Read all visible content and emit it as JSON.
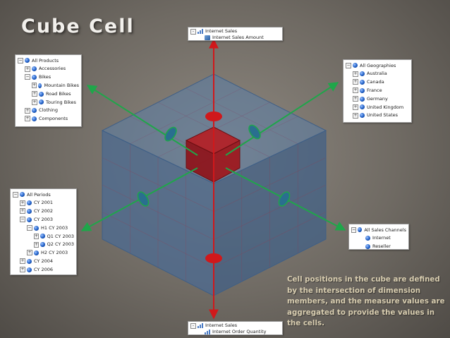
{
  "title": "Cube Cell",
  "measure_top": {
    "group": "Internet Sales",
    "measure": "Internet Sales Amount"
  },
  "measure_bottom": {
    "group": "Internet Sales",
    "measure": "Internet Order Quantity"
  },
  "products": {
    "root": "All Products",
    "items": [
      {
        "label": "Accessories",
        "toggle": "+"
      },
      {
        "label": "Bikes",
        "toggle": "-"
      },
      {
        "label": "Mountain Bikes",
        "toggle": "+"
      },
      {
        "label": "Road Bikes",
        "toggle": "+"
      },
      {
        "label": "Touring Bikes",
        "toggle": "+"
      },
      {
        "label": "Clothing",
        "toggle": "+"
      },
      {
        "label": "Components",
        "toggle": "+"
      }
    ]
  },
  "geographies": {
    "root": "All Geographies",
    "items": [
      {
        "label": "Australia",
        "toggle": "+"
      },
      {
        "label": "Canada",
        "toggle": "+"
      },
      {
        "label": "France",
        "toggle": "+"
      },
      {
        "label": "Germany",
        "toggle": "+"
      },
      {
        "label": "United Kingdom",
        "toggle": "+"
      },
      {
        "label": "United States",
        "toggle": "+"
      }
    ]
  },
  "periods": {
    "root": "All Periods",
    "items": [
      {
        "label": "CY 2001",
        "toggle": "+"
      },
      {
        "label": "CY 2002",
        "toggle": "+"
      },
      {
        "label": "CY 2003",
        "toggle": "-"
      },
      {
        "label": "H1 CY 2003",
        "toggle": "-"
      },
      {
        "label": "Q1 CY 2003",
        "toggle": "+"
      },
      {
        "label": "Q2 CY 2003",
        "toggle": "+"
      },
      {
        "label": "H2 CY 2003",
        "toggle": "+"
      },
      {
        "label": "CY 2004",
        "toggle": "+"
      },
      {
        "label": "CY 2006",
        "toggle": "+"
      }
    ]
  },
  "channels": {
    "root": "All Sales Channels",
    "items": [
      {
        "label": "Internet",
        "toggle": ""
      },
      {
        "label": "Reseller",
        "toggle": ""
      }
    ]
  },
  "caption": "Cell positions in the cube are defined by the intersection of dimension members, and the measure values are aggregated to provide the values in the cells.",
  "colors": {
    "axis_vertical": "#d0181b",
    "axis_dimension": "#1fa64a",
    "cell": "#a8141a",
    "cube_face": "#4b6e96"
  }
}
